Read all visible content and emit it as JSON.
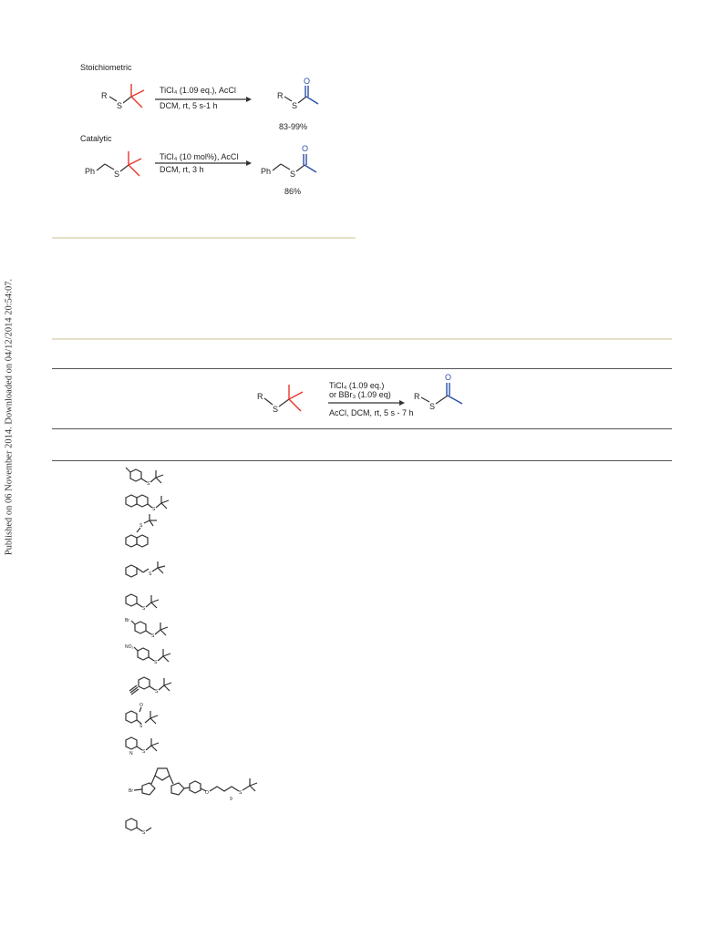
{
  "side_note": "Published on 06 November 2014. Downloaded on 04/12/2014 20:54:07.",
  "scheme_top": {
    "stoichiometric_label": "Stoichiometric",
    "stoich_cond_1": "TiCl₄ (1.09 eq.), AcCl",
    "stoich_cond_2": "DCM, rt, 5 s-1 h",
    "stoich_yield": "83-99%",
    "catalytic_label": "Catalytic",
    "cat_cond_1": "TiCl₄ (10 mol%), AcCl",
    "cat_cond_2": "DCM, rt, 3 h",
    "cat_yield": "86%",
    "atom_R": "R",
    "atom_S": "S",
    "atom_O": "O",
    "atom_Ph": "Ph"
  },
  "scheme_table": {
    "cond_1": "TiCl₄ (1.09 eq.)",
    "cond_2": "or BBr₃ (1.09 eq)",
    "cond_3": "AcCl, DCM, rt, 5 s - 7 h",
    "atom_R": "R",
    "atom_S": "S",
    "atom_O": "O"
  },
  "substrate_atoms": {
    "S": "S",
    "Br": "Br",
    "NO2": "NO₂",
    "N": "N",
    "O": "O",
    "sub_9": "9"
  },
  "colors": {
    "red": "#e8362a",
    "blue": "#2a4ea8",
    "rule_tan": "#e6e0c8",
    "rule_dark": "#555555"
  }
}
